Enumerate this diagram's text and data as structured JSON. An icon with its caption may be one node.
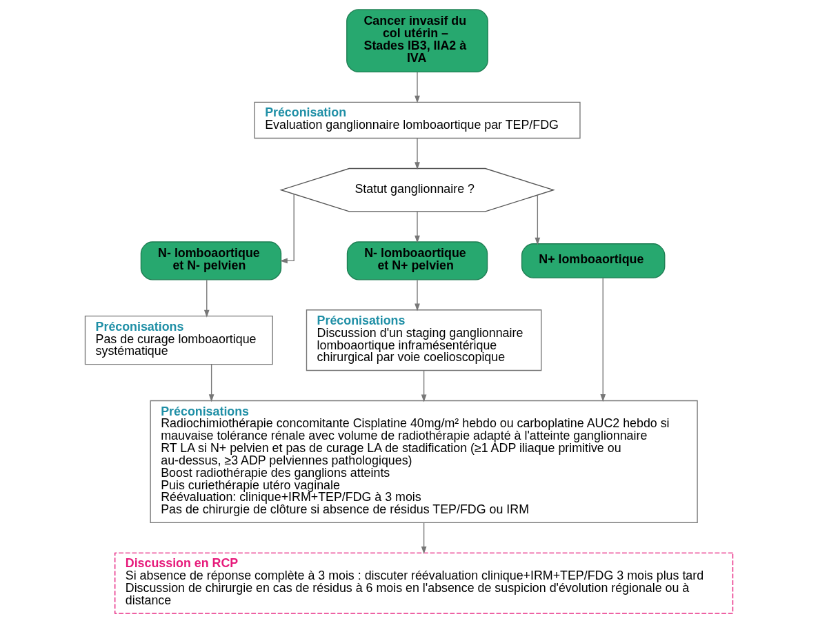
{
  "diagram": {
    "nodes": [
      {
        "text": [
          "Cancer invasif du col utérin – Stades IB3, IIA2 à IVA"
        ]
      },
      {
        "text": [
          "Préconisation",
          "Evaluation ganglionnaire lomboaortique par TEP/FDG"
        ]
      },
      {
        "text": [
          "Statut ganglionnaire ?"
        ]
      },
      {
        "text": [
          "N- lomboaortique et N- pelvien"
        ]
      },
      {
        "text": [
          "N- lomboaortique et N+ pelvien"
        ]
      },
      {
        "text": [
          "N+ lomboaortique"
        ]
      },
      {
        "text": [
          "Préconisations",
          "Pas de curage lomboaortique systématique"
        ]
      },
      {
        "text": [
          "Préconisations",
          "Discussion d'un staging ganglionnaire lomboaortique inframésentérique chirurgical par voie coelioscopique"
        ]
      },
      {
        "text": [
          "Préconisations",
          "Radiochimiothérapie concomitante Cisplatine 40mg/m² hebdo ou carboplatine AUC2 hebdo si mauvaise tolérance rénale avec volume de radiothérapie adapté à l'atteinte ganglionnaire",
          "RT LA si N+ pelvien et pas de curage LA de stadification (≥1 ADP iliaque primitive ou au-dessus, ≥3 ADP pelviennes pathologiques)",
          "Boost radiothérapie des ganglions atteints",
          "Puis curiethérapie utéro vaginale",
          "Réévaluation: clinique+IRM+TEP/FDG à 3 mois",
          "Pas de chirurgie de clôture si absence de résidus TEP/FDG ou IRM"
        ]
      },
      {
        "text": [
          "Discussion en RCP",
          "Si absence de réponse complète à 3 mois : discuter réévaluation clinique+IRM+TEP/FDG 3 mois plus tard",
          "Discussion de chirurgie en cas de résidus à 6 mois en l'absence de suspicion d'évolution régionale ou à distance"
        ]
      }
    ],
    "edges": [
      {
        "from": 0,
        "to": 1,
        "arrow": "to"
      },
      {
        "from": 1,
        "to": 2,
        "arrow": "to"
      },
      {
        "from": 2,
        "to": 3,
        "arrow": "to"
      },
      {
        "from": 2,
        "to": 4,
        "arrow": "to"
      },
      {
        "from": 2,
        "to": 5,
        "arrow": "to"
      },
      {
        "from": 3,
        "to": 6,
        "arrow": "to"
      },
      {
        "from": 4,
        "to": 7,
        "arrow": "to"
      },
      {
        "from": 6,
        "to": 8,
        "arrow": "to"
      },
      {
        "from": 7,
        "to": 8,
        "arrow": "to"
      },
      {
        "from": 5,
        "to": 8,
        "arrow": "to"
      },
      {
        "from": 8,
        "to": 9,
        "arrow": "to"
      }
    ]
  }
}
